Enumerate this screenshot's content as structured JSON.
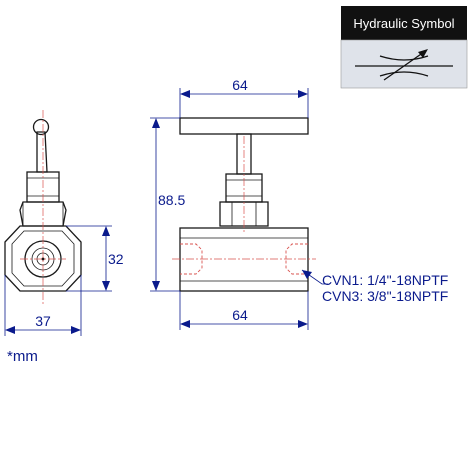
{
  "symbol": {
    "title": "Hydraulic Symbol"
  },
  "dimensions": {
    "top_width": "64",
    "height": "88.5",
    "bottom_width": "64",
    "side_height": "32",
    "side_width": "37"
  },
  "ports": {
    "cvn1": "CVN1: 1/4\"-18NPTF",
    "cvn3": "CVN3: 3/8\"-18NPTF"
  },
  "units_note": "*mm",
  "colors": {
    "dimension": "#0a1a8c",
    "centerline": "#d9534f",
    "outline": "#1a1a1a",
    "symbol_header": "#111111",
    "symbol_body": "#dfe3ea"
  }
}
